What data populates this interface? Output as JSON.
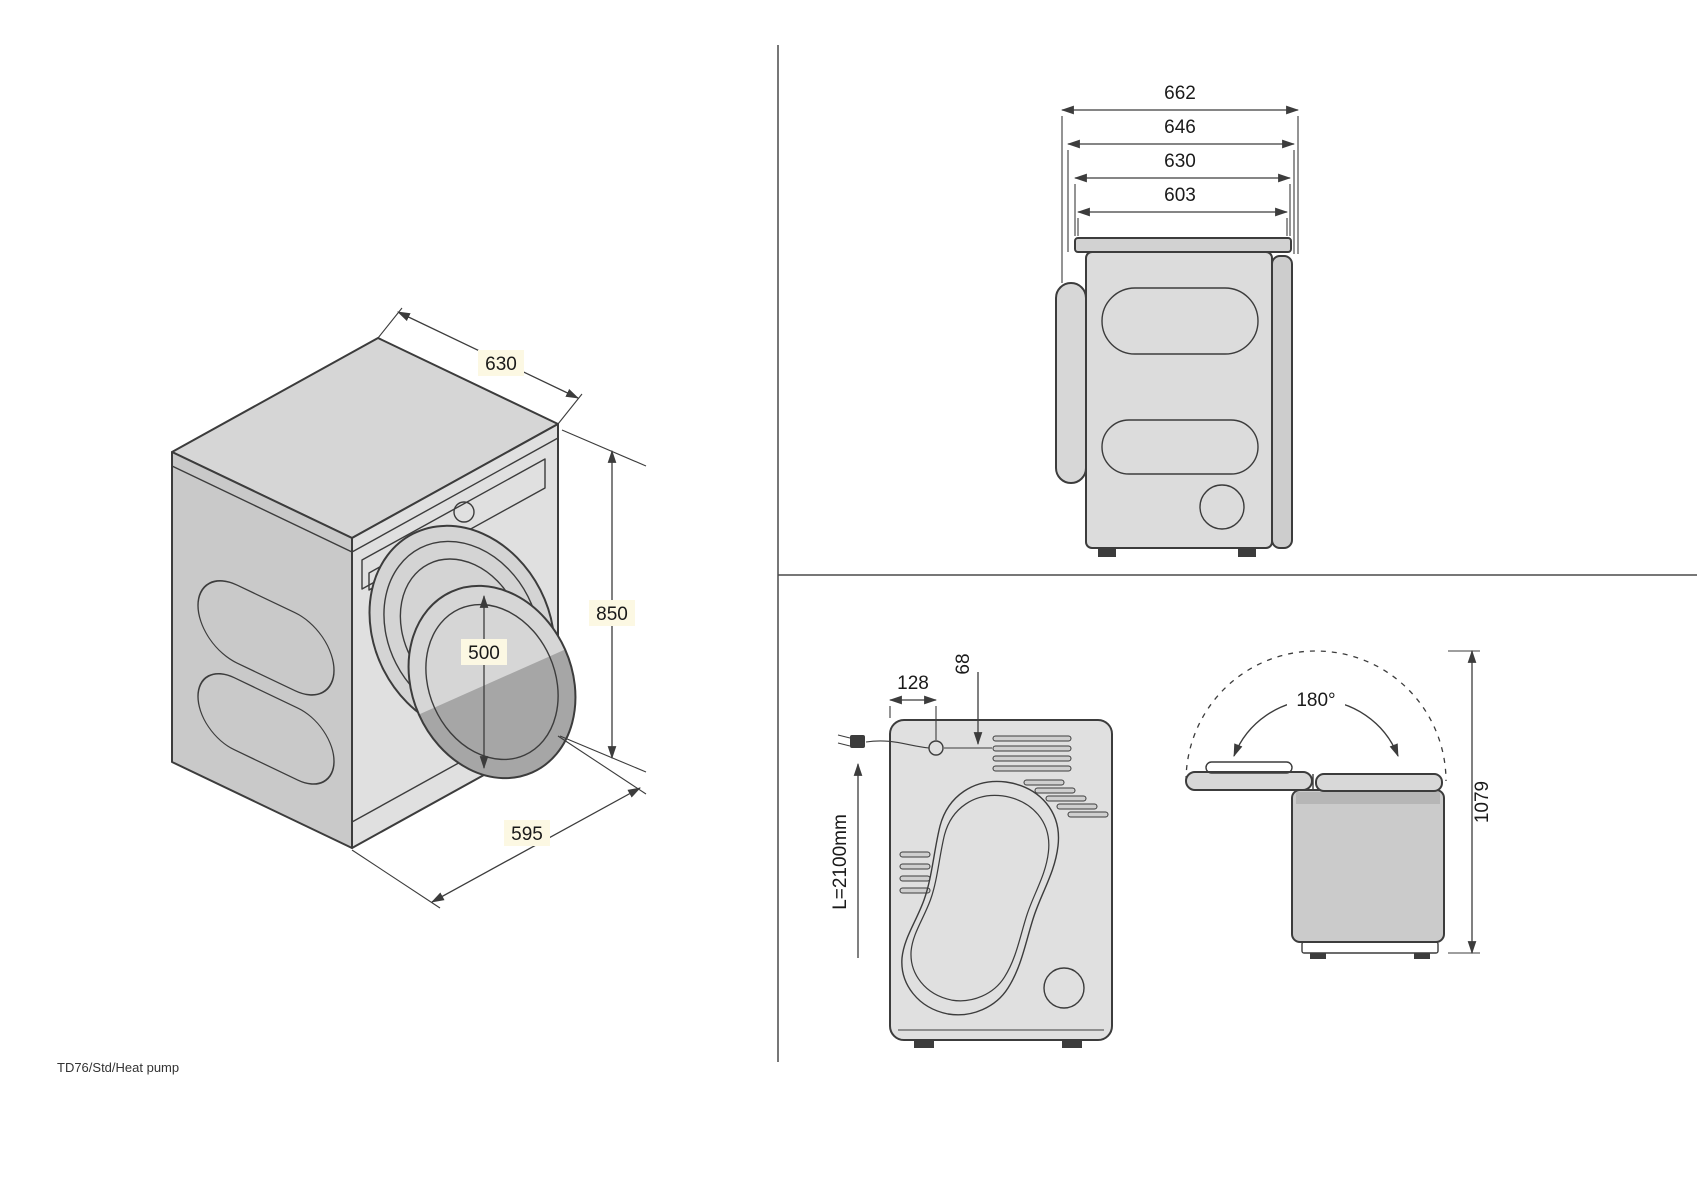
{
  "footer": {
    "model_label": "TD76/Std/Heat pump"
  },
  "colors": {
    "line": "#3c3c3c",
    "label_highlight": "#fcf8e3"
  },
  "isometric_view": {
    "dim_depth": "630",
    "dim_height": "850",
    "dim_door": "500",
    "dim_width": "595"
  },
  "side_view": {
    "dim_1": "662",
    "dim_2": "646",
    "dim_3": "630",
    "dim_4": "603"
  },
  "back_view": {
    "dim_cable_x": "128",
    "dim_cable_y": "68",
    "cable_length": "L=2100mm"
  },
  "lid_view": {
    "angle": "180°",
    "dim_height": "1079"
  }
}
